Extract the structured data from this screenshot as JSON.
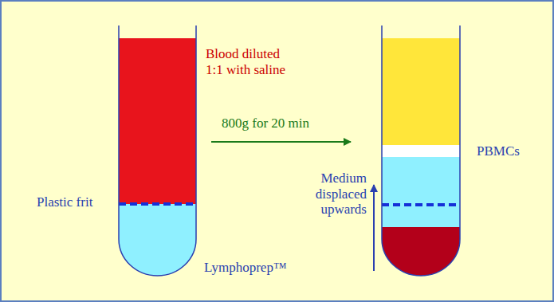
{
  "diagram": {
    "labels": [
      "Blood diluted 1:1 with saline",
      "Plastic frit",
      "800g for 20 min",
      "PBMCs",
      "Medium displaced upwards",
      "Lymphoprep™"
    ]
  }
}
